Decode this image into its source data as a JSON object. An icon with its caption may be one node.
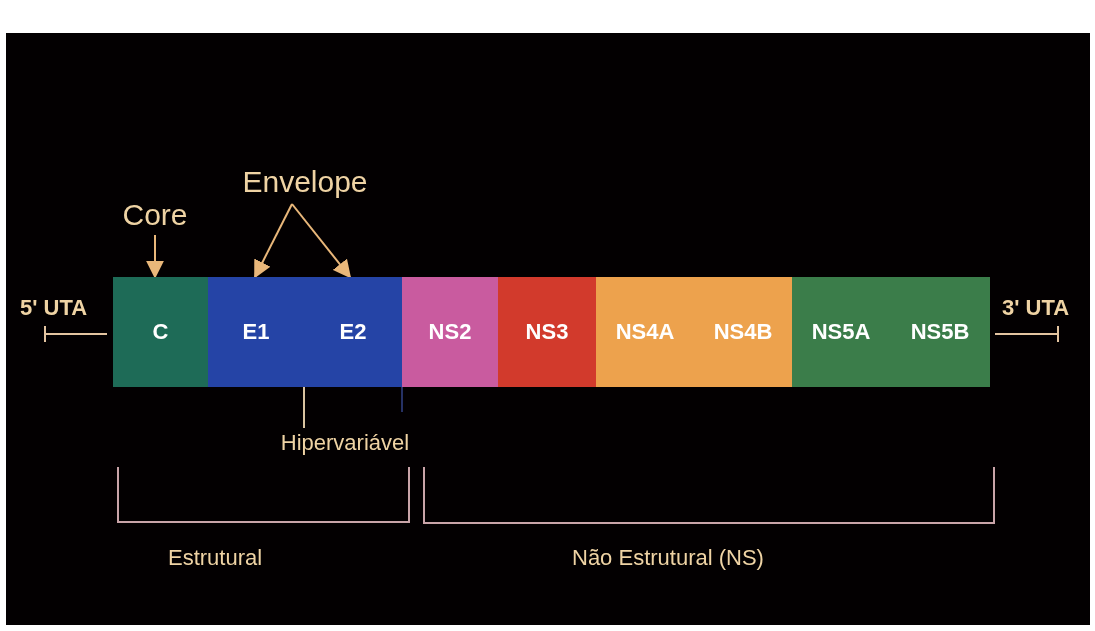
{
  "diagram": {
    "nodes": [
      {
        "text": [
          "C"
        ]
      },
      {
        "text": [
          "E1"
        ]
      },
      {
        "text": [
          "E2"
        ]
      },
      {
        "text": [
          "NS2"
        ]
      },
      {
        "text": [
          "NS3"
        ]
      },
      {
        "text": [
          "NS4A"
        ]
      },
      {
        "text": [
          "NS4B"
        ]
      },
      {
        "text": [
          "NS5A"
        ]
      },
      {
        "text": [
          "NS5B"
        ]
      },
      {
        "text": [
          "Core"
        ]
      },
      {
        "text": [
          "Envelope"
        ]
      },
      {
        "text": [
          "Hipervariável"
        ]
      }
    ],
    "edges": [
      {
        "from": 9,
        "to": 0,
        "arrow": "to"
      },
      {
        "from": 10,
        "to": 1,
        "arrow": "to"
      },
      {
        "from": 10,
        "to": 2,
        "arrow": "to"
      },
      {
        "from": 11,
        "to": 1,
        "arrow": "none"
      }
    ],
    "labels": [
      "5' UTA",
      "3' UTA",
      "Estrutural",
      "Não Estrutural (NS)"
    ]
  }
}
